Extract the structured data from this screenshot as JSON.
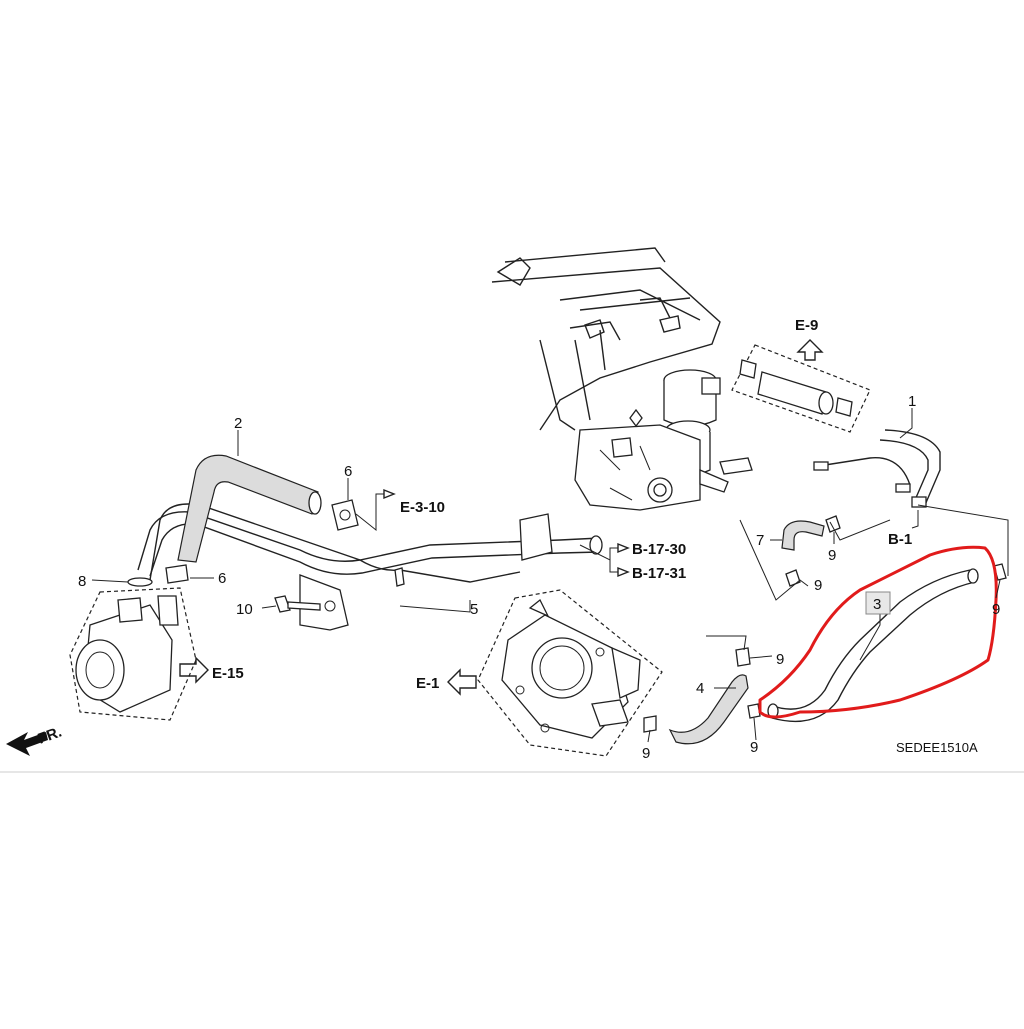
{
  "diagram": {
    "callouts": {
      "c1": "1",
      "c2": "2",
      "c3": "3",
      "c4": "4",
      "c5": "5",
      "c6a": "6",
      "c6b": "6",
      "c7": "7",
      "c8": "8",
      "c9a": "9",
      "c9b": "9",
      "c9c": "9",
      "c9d": "9",
      "c9e": "9",
      "c9f": "9",
      "c10": "10"
    },
    "references": {
      "e9": "E-9",
      "e310": "E-3-10",
      "b1": "B-1",
      "b1730": "B-17-30",
      "b1731": "B-17-31",
      "e15": "E-15",
      "e1": "E-1"
    },
    "front_label": "FR.",
    "diagram_code": "SEDEE1510A",
    "highlight_color": "#e11b1b"
  }
}
